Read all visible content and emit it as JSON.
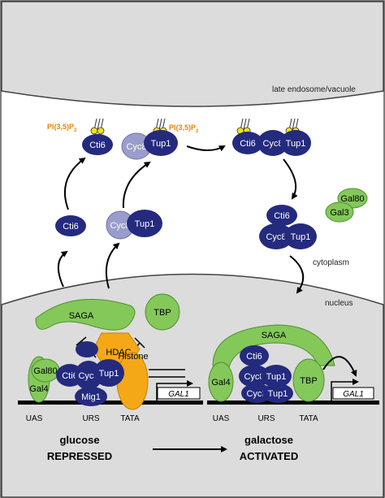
{
  "compartments": {
    "endosome": "late endosome/vacuole",
    "cytoplasm": "cytoplasm",
    "nucleus": "nucleus"
  },
  "lipid": {
    "label": "PI(3,5)P",
    "subscript": "2"
  },
  "proteins": {
    "cti6": "Cti6",
    "cyc8": "Cyc8",
    "tup1": "Tup1",
    "gal80": "Gal80",
    "gal3": "Gal3",
    "gal4": "Gal4",
    "saga": "SAGA",
    "tbp": "TBP",
    "hdac": "HDAC",
    "histone": "Histone",
    "mig1": "Mig1"
  },
  "promoter": {
    "uas": "UAS",
    "urs": "URS",
    "tata": "TATA",
    "gene": "GAL1"
  },
  "conditions": {
    "left_sugar": "glucose",
    "left_state": "REPRESSED",
    "right_sugar": "galactose",
    "right_state": "ACTIVATED"
  },
  "colors": {
    "navy": "#242a7e",
    "green": "#84c85a",
    "orange": "#f5a817",
    "cyc8_cytoplasmic": "#9a9ccb",
    "yellow": "#f2e21c",
    "lipid_text": "#e8820a",
    "membrane_fill": "#dcdcdc"
  }
}
